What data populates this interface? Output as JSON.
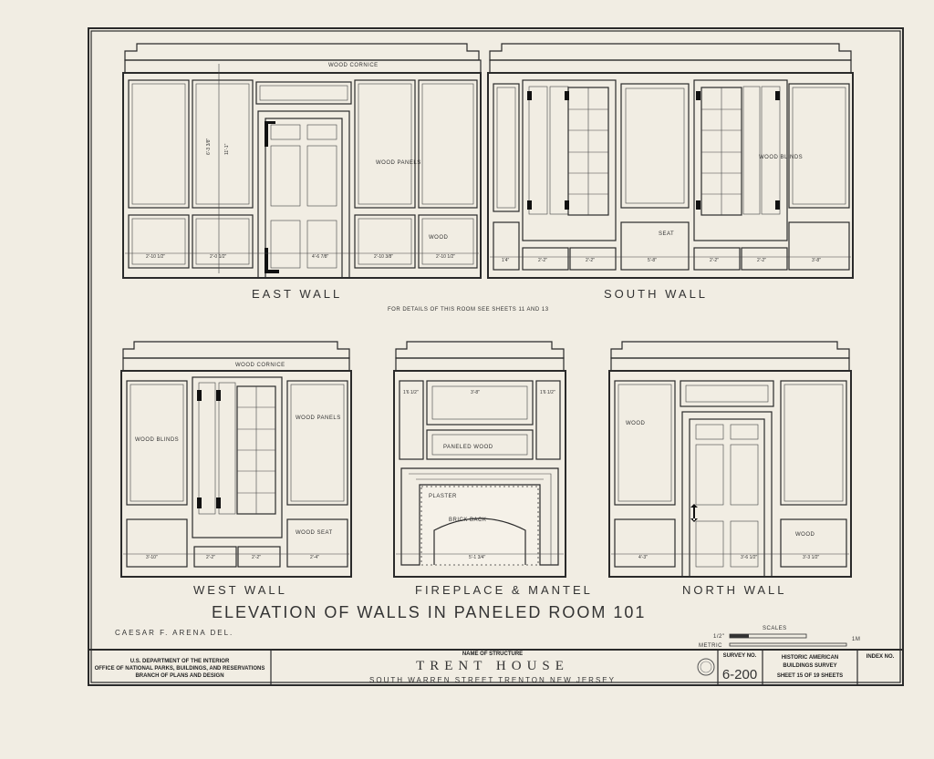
{
  "walls": {
    "east": "EAST WALL",
    "south": "SOUTH WALL",
    "west": "WEST WALL",
    "fireplace": "FIREPLACE & MANTEL",
    "north": "NORTH WALL"
  },
  "notes": {
    "east_cornice": "WOOD CORNICE",
    "east_panels": "WOOD PANELS",
    "east_wood": "WOOD",
    "east_height": "11'-1\"",
    "east_height2": "6'-3 3/8\"",
    "south_blinds": "WOOD BLINDS",
    "south_seat": "SEAT",
    "west_cornice": "WOOD CORNICE",
    "west_blinds": "WOOD BLINDS",
    "west_panels": "WOOD PANELS",
    "west_seat": "WOOD SEAT",
    "fp_paneled": "PANELED WOOD",
    "fp_plaster": "PLASTER",
    "fp_brick": "BRICK BACK",
    "north_wood": "WOOD",
    "north_wood2": "WOOD",
    "details_ref": "FOR DETAILS OF THIS ROOM SEE SHEETS 11 AND 13"
  },
  "dimensions": {
    "east": [
      "2'-10 1/2\"",
      "2'-0 1/2\"",
      "4'-6 7/8\"",
      "2'-10 3/8\"",
      "2'-10 1/2\""
    ],
    "south": [
      "1'4\"",
      "2'-2\"",
      "2'-2\"",
      "5'-8\"",
      "2'-2\"",
      "2'-2\"",
      "3'-8\""
    ],
    "west": [
      "3'-10\"",
      "2'-2\"",
      "2'-2\"",
      "2'-4\""
    ],
    "fireplace": [
      "1'6 1/2\"",
      "3'-8\"",
      "1'6 1/2\"",
      "5'-1 3/4\""
    ],
    "north": [
      "4'-3\"",
      "3'-6 1/2\"",
      "3'-3 1/2\""
    ]
  },
  "title": "ELEVATION OF WALLS IN PANELED ROOM 101",
  "delineator": "CAESAR F. ARENA DEL.",
  "scales": {
    "label": "SCALES",
    "imperial": "1/2\"",
    "metric": "METRIC",
    "unit": "1M"
  },
  "title_block": {
    "agency_1": "U.S. DEPARTMENT OF THE INTERIOR",
    "agency_2": "OFFICE OF NATIONAL PARKS, BUILDINGS, AND RESERVATIONS",
    "agency_3": "BRANCH OF PLANS AND DESIGN",
    "name_label": "NAME OF STRUCTURE",
    "structure_name": "TRENT HOUSE",
    "address": "SOUTH WARREN STREET  TRENTON  NEW JERSEY",
    "survey_label": "SURVEY NO.",
    "survey_no": "6-200",
    "habs_1": "HISTORIC AMERICAN",
    "habs_2": "BUILDINGS SURVEY",
    "sheet_text": "SHEET 15 OF 19 SHEETS",
    "index_label": "INDEX NO."
  }
}
